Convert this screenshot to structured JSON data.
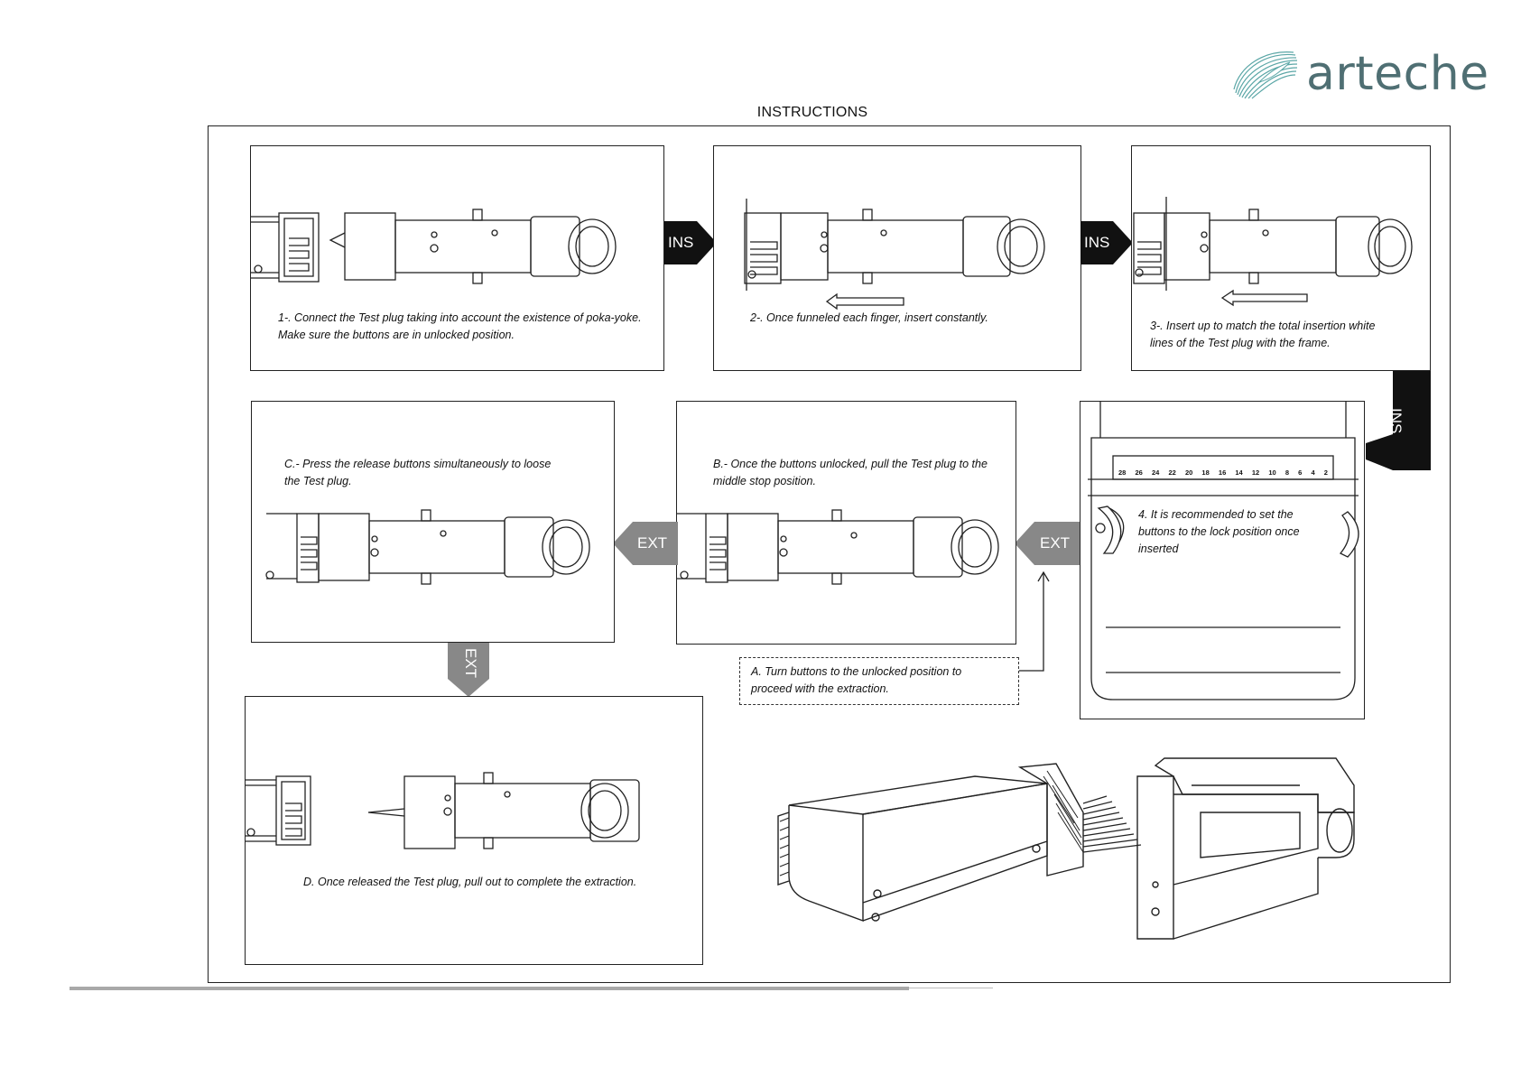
{
  "brand": {
    "logo_text": "arteche",
    "logo_color": "#4f6f73",
    "accent": "#5a9ea3"
  },
  "title": "INSTRUCTIONS",
  "steps": {
    "s1": "1-. Connect the Test plug taking into account the existence of poka-yoke.\nMake sure the buttons are in unlocked position.",
    "s2": "2-. Once funneled each finger, insert constantly.",
    "s3": "3-. Insert up to match the total insertion white\nlines of the Test plug with the frame.",
    "s4": "4. It is recommended to set the\nbuttons to the lock position once\ninserted",
    "sA": "A. Turn buttons to the unlocked position to\nproceed with the extraction.",
    "sB": "B.- Once the buttons unlocked, pull the Test plug to the\nmiddle stop position.",
    "sC": "C.- Press the release buttons simultaneously to loose\nthe Test plug.",
    "sD": "D. Once released the Test plug, pull out to complete the extraction."
  },
  "arrows": {
    "ins": "INS",
    "ext": "EXT",
    "ins_color": "#111111",
    "ext_color": "#888888"
  },
  "terminal_numbers": [
    "28",
    "26",
    "24",
    "22",
    "20",
    "18",
    "16",
    "14",
    "12",
    "10",
    "8",
    "6",
    "4",
    "2"
  ]
}
